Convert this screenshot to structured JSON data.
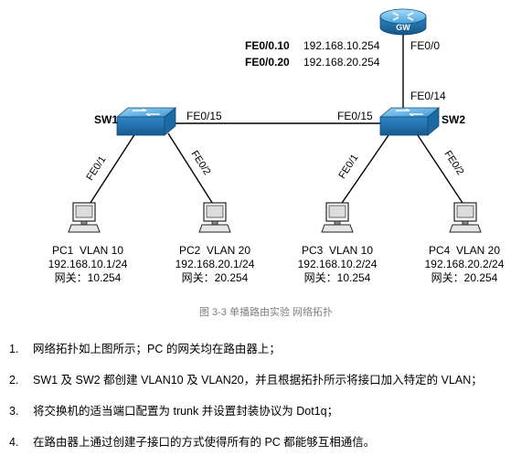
{
  "router": {
    "name": "GW",
    "port": "FE0/0",
    "subinterfaces": [
      {
        "name": "FE0/0.10",
        "ip": "192.168.10.254"
      },
      {
        "name": "FE0/0.20",
        "ip": "192.168.20.254"
      }
    ]
  },
  "switches": {
    "sw1": {
      "name": "SW1",
      "uplink_port": "FE0/15",
      "port_a": "FE0/1",
      "port_b": "FE0/2"
    },
    "sw2": {
      "name": "SW2",
      "uplink_port": "FE0/15",
      "router_port": "FE0/14",
      "port_a": "FE0/1",
      "port_b": "FE0/2"
    }
  },
  "pcs": [
    {
      "title": "PC1  VLAN 10",
      "ip": "192.168.10.1/24",
      "gw": "网关：10.254"
    },
    {
      "title": "PC2  VLAN 20",
      "ip": "192.168.20.1/24",
      "gw": "网关：20.254"
    },
    {
      "title": "PC3  VLAN 10",
      "ip": "192.168.10.2/24",
      "gw": "网关：10.254"
    },
    {
      "title": "PC4  VLAN 20",
      "ip": "192.168.20.2/24",
      "gw": "网关：20.254"
    }
  ],
  "caption": "图 3-3  单播路由实验  网络拓扑",
  "steps": [
    {
      "num": "1.",
      "text": "网络拓扑如上图所示；PC 的网关均在路由器上；"
    },
    {
      "num": "2.",
      "text": "SW1 及 SW2 都创建 VLAN10 及 VLAN20，并且根据拓扑所示将接口加入特定的 VLAN；"
    },
    {
      "num": "3.",
      "text": "将交换机的适当端口配置为 trunk 并设置封装协议为 Dot1q；"
    },
    {
      "num": "4.",
      "text": "在路由器上通过创建子接口的方式使得所有的 PC 都能够互相通信。"
    }
  ],
  "colors": {
    "device_blue": "#2f86c6",
    "device_dark": "#1b5e93",
    "device_light": "#7fc3ee",
    "link": "#000000",
    "caption": "#808080"
  }
}
